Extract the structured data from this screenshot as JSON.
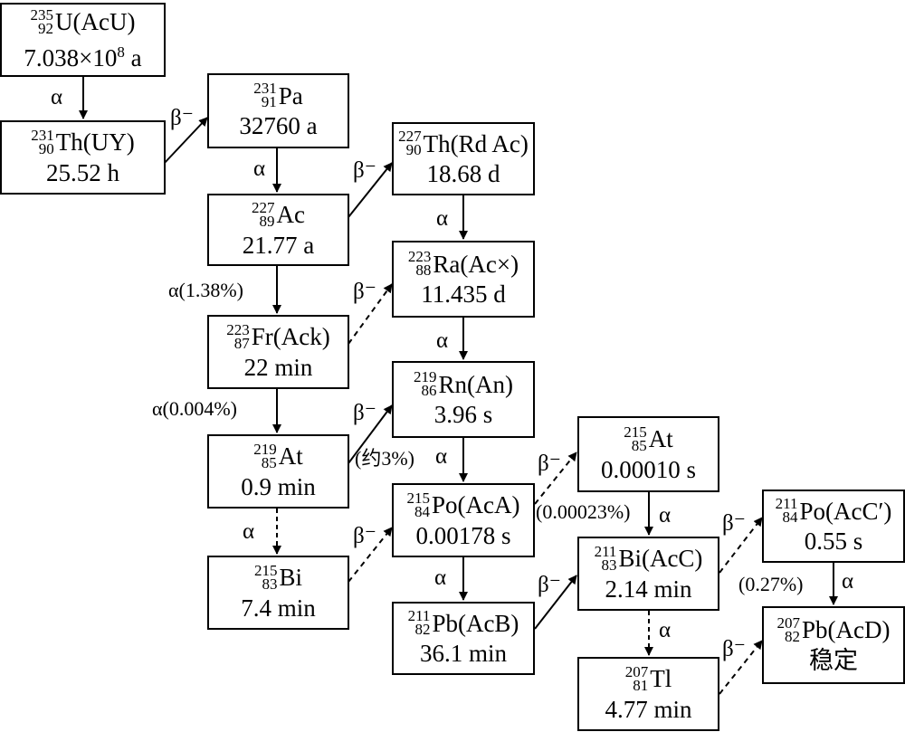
{
  "nodes": {
    "u235": {
      "mass": "235",
      "z": "92",
      "symbol": "U(AcU)",
      "halflife": "7.038×10",
      "halflife_exp": "8",
      "halflife_unit": " a"
    },
    "th231": {
      "mass": "231",
      "z": "90",
      "symbol": "Th(UY)",
      "halflife": "25.52 h"
    },
    "pa231": {
      "mass": "231",
      "z": "91",
      "symbol": "Pa",
      "halflife": "32760 a"
    },
    "ac227": {
      "mass": "227",
      "z": "89",
      "symbol": "Ac",
      "halflife": "21.77 a"
    },
    "th227": {
      "mass": "227",
      "z": "90",
      "symbol": "Th(Rd Ac)",
      "halflife": "18.68 d"
    },
    "ra223": {
      "mass": "223",
      "z": "88",
      "symbol": "Ra(Ac×)",
      "halflife": "11.435 d"
    },
    "fr223": {
      "mass": "223",
      "z": "87",
      "symbol": "Fr(Ack)",
      "halflife": "22 min"
    },
    "rn219": {
      "mass": "219",
      "z": "86",
      "symbol": "Rn(An)",
      "halflife": "3.96 s"
    },
    "at219": {
      "mass": "219",
      "z": "85",
      "symbol": "At",
      "halflife": "0.9 min"
    },
    "po215": {
      "mass": "215",
      "z": "84",
      "symbol": "Po(AcA)",
      "halflife": "0.00178 s"
    },
    "bi215": {
      "mass": "215",
      "z": "83",
      "symbol": "Bi",
      "halflife": "7.4 min"
    },
    "at215": {
      "mass": "215",
      "z": "85",
      "symbol": "At",
      "halflife": "0.00010 s"
    },
    "pb211": {
      "mass": "211",
      "z": "82",
      "symbol": "Pb(AcB)",
      "halflife": "36.1 min"
    },
    "bi211": {
      "mass": "211",
      "z": "83",
      "symbol": "Bi(AcC)",
      "halflife": "2.14 min"
    },
    "po211": {
      "mass": "211",
      "z": "84",
      "symbol": "Po(AcC′)",
      "halflife": "0.55 s"
    },
    "tl207": {
      "mass": "207",
      "z": "81",
      "symbol": "Tl",
      "halflife": "4.77 min"
    },
    "pb207": {
      "mass": "207",
      "z": "82",
      "symbol": "Pb(AcD)",
      "halflife": "稳定"
    }
  },
  "labels": {
    "alpha": "α",
    "beta": "β⁻",
    "alpha_138": "α(1.38%)",
    "alpha_0004": "α(0.004%)",
    "yue3": "(约3%)",
    "p000023": "(0.00023%)",
    "p027": "(0.27%)"
  }
}
